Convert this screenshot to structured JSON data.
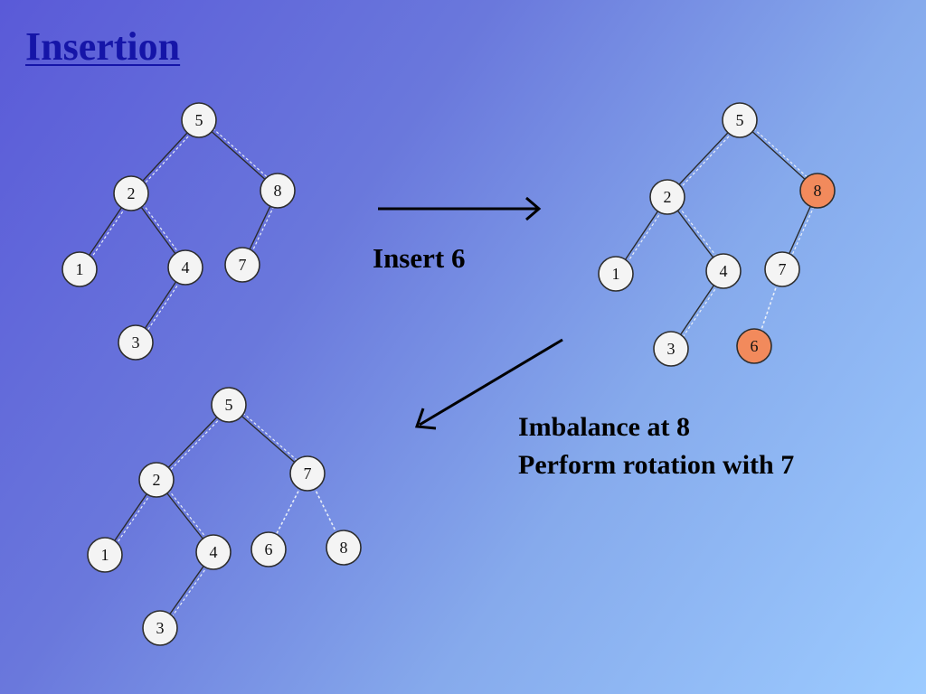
{
  "title": "Insertion",
  "labels": {
    "insert": "Insert 6",
    "imbalance_line1": "Imbalance at 8",
    "imbalance_line2": "Perform rotation with 7"
  },
  "colors": {
    "highlight": "#f28a5c",
    "title": "#1515a8"
  },
  "trees": [
    {
      "name": "before-insert",
      "nodes": [
        "5",
        "2",
        "8",
        "1",
        "4",
        "7",
        "3"
      ],
      "highlighted": []
    },
    {
      "name": "after-insert",
      "nodes": [
        "5",
        "2",
        "8",
        "1",
        "4",
        "7",
        "3",
        "6"
      ],
      "highlighted": [
        "8",
        "6"
      ]
    },
    {
      "name": "after-rotation",
      "nodes": [
        "5",
        "2",
        "7",
        "1",
        "4",
        "6",
        "8",
        "3"
      ],
      "highlighted": []
    }
  ]
}
